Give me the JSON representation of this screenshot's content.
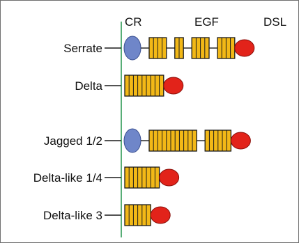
{
  "headers": {
    "cr": "CR",
    "egf": "EGF",
    "dsl": "DSL"
  },
  "ligands": [
    {
      "name": "Serrate",
      "has_cr": true,
      "egf_groups": [
        4,
        2,
        4,
        4
      ],
      "has_dsl": true
    },
    {
      "name": "Delta",
      "has_cr": false,
      "egf_groups": [
        9
      ],
      "has_dsl": true
    },
    {
      "name": "Jagged 1/2",
      "has_cr": true,
      "egf_groups": [
        11,
        6
      ],
      "has_dsl": true
    },
    {
      "name": "Delta-like 1/4",
      "has_cr": false,
      "egf_groups": [
        8
      ],
      "has_dsl": true
    },
    {
      "name": "Delta-like 3",
      "has_cr": false,
      "egf_groups": [
        6
      ],
      "has_dsl": true
    }
  ],
  "colors": {
    "membrane": "#2e9a55",
    "cr_fill": "#6f86c9",
    "cr_stroke": "#3a4f8f",
    "egf_fill": "#f2b817",
    "egf_line": "#1a1a1a",
    "dsl_fill": "#e2231a",
    "dsl_stroke": "#8a0f0a",
    "text": "#111111"
  }
}
